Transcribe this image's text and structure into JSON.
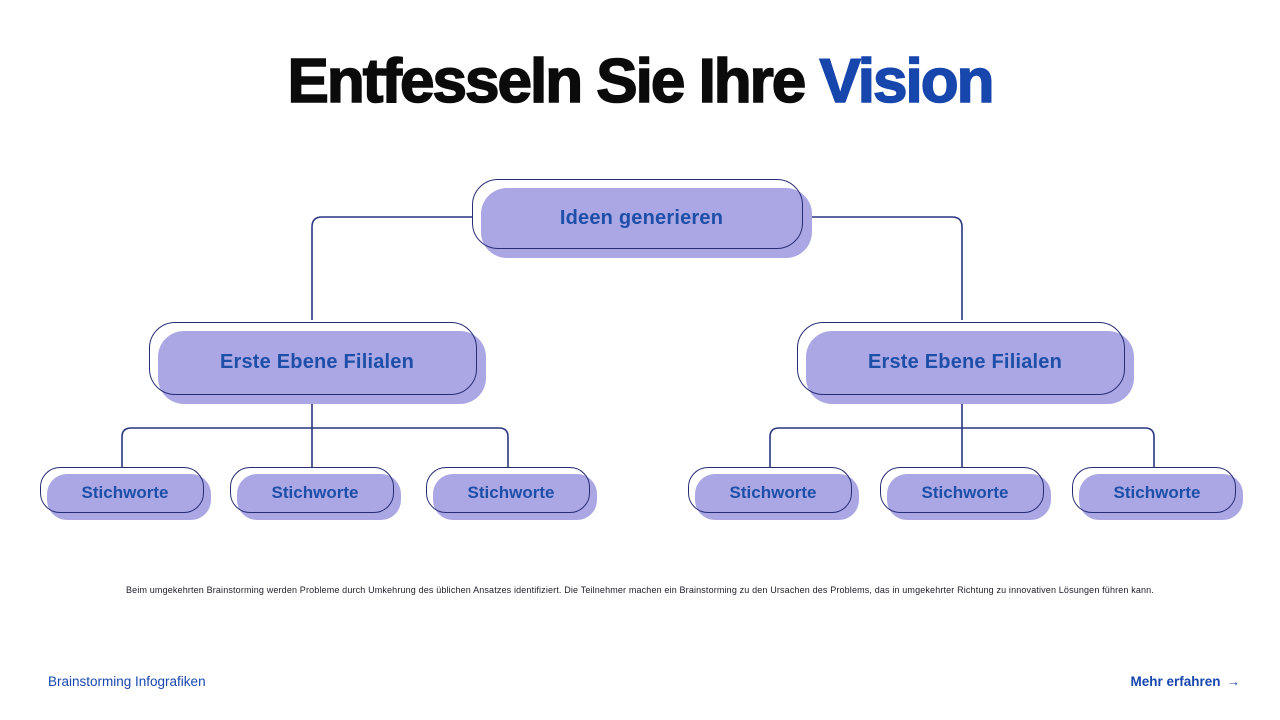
{
  "title": {
    "prefix": "Entfesseln Sie Ihre ",
    "accent": "Vision"
  },
  "tree": {
    "root": {
      "label": "Ideen generieren"
    },
    "branches": [
      {
        "label": "Erste Ebene Filialen"
      },
      {
        "label": "Erste Ebene Filialen"
      }
    ],
    "keywords": [
      "Stichworte",
      "Stichworte",
      "Stichworte",
      "Stichworte",
      "Stichworte",
      "Stichworte"
    ]
  },
  "description": "Beim umgekehrten Brainstorming werden Probleme durch Umkehrung des üblichen Ansatzes identifiziert. Die Teilnehmer machen ein Brainstorming zu den Ursachen des Problems, das in umgekehrter Richtung zu innovativen Lösungen führen kann.",
  "footer": {
    "left_link": "Brainstorming Infografiken",
    "right_link": "Mehr erfahren",
    "arrow": "→"
  },
  "colors": {
    "accent": "#1746ad",
    "node_fill": "#aba7e4",
    "node_outline": "#272d74",
    "node_label": "#1d4fa8",
    "connector": "#2a3580",
    "title_ink": "#0b0b0c"
  }
}
